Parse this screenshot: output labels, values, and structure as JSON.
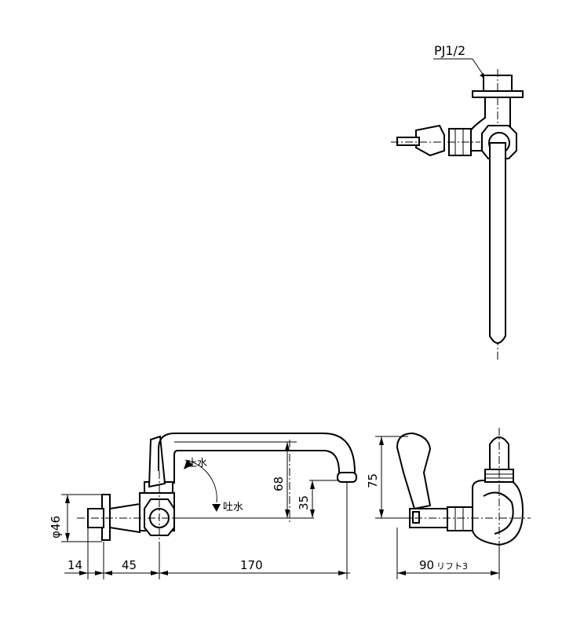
{
  "labels": {
    "thread": "PJ1/2",
    "stop_water": "止水",
    "discharge": "吐水"
  },
  "dimensions": {
    "d46": "φ46",
    "d14": "14",
    "d45": "45",
    "d170": "170",
    "d68": "68",
    "d35": "35",
    "d75": "75",
    "d90": "90",
    "lift": "リフト3"
  }
}
